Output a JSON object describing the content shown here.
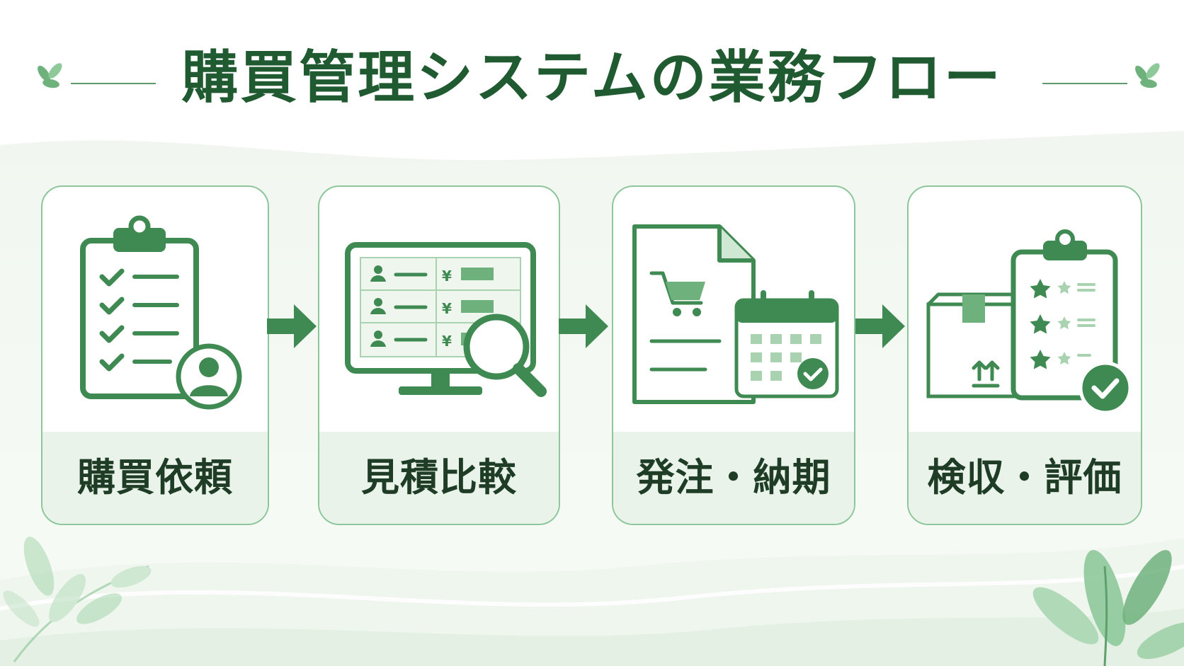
{
  "title": "購買管理システムの業務フロー",
  "colors": {
    "primary": "#3f8a52",
    "dark": "#1f5a30",
    "light": "#a9d3b0",
    "pale": "#eaf3ea",
    "border": "#8cc69a"
  },
  "steps": [
    {
      "label": "購買依頼",
      "icon": "clipboard-checklist-user-icon"
    },
    {
      "label": "見積比較",
      "icon": "monitor-quote-table-magnifier-icon"
    },
    {
      "label": "発注・納期",
      "icon": "order-document-cart-calendar-icon"
    },
    {
      "label": "検収・評価",
      "icon": "package-clipboard-rating-check-icon"
    }
  ],
  "table_rows": [
    {
      "currency": "¥"
    },
    {
      "currency": "¥"
    },
    {
      "currency": "¥"
    }
  ]
}
